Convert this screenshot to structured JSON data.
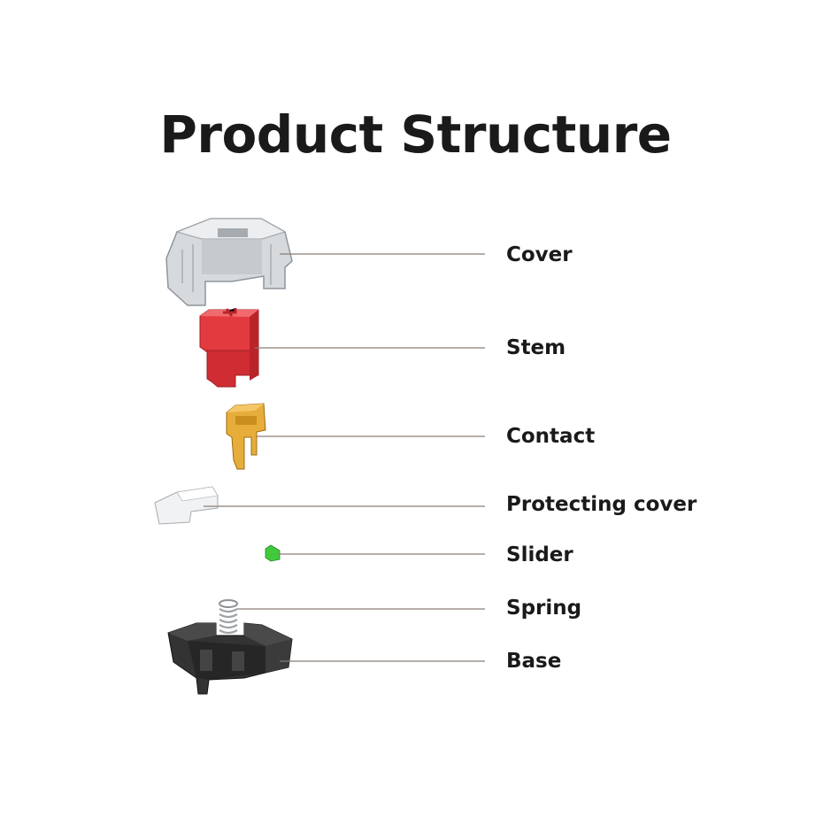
{
  "title": "Product Structure",
  "parts": [
    {
      "id": "cover",
      "label": "Cover"
    },
    {
      "id": "stem",
      "label": "Stem"
    },
    {
      "id": "contact",
      "label": "Contact"
    },
    {
      "id": "protecting-cover",
      "label": "Protecting cover"
    },
    {
      "id": "slider",
      "label": "Slider"
    },
    {
      "id": "spring",
      "label": "Spring"
    },
    {
      "id": "base",
      "label": "Base"
    }
  ],
  "colors": {
    "stem": "#d8343a",
    "contact": "#e3a52c",
    "slider": "#3cc23a",
    "base": "#2e2e2e",
    "cover": "#c9ccd0",
    "leader_line": "#8a7e76"
  }
}
